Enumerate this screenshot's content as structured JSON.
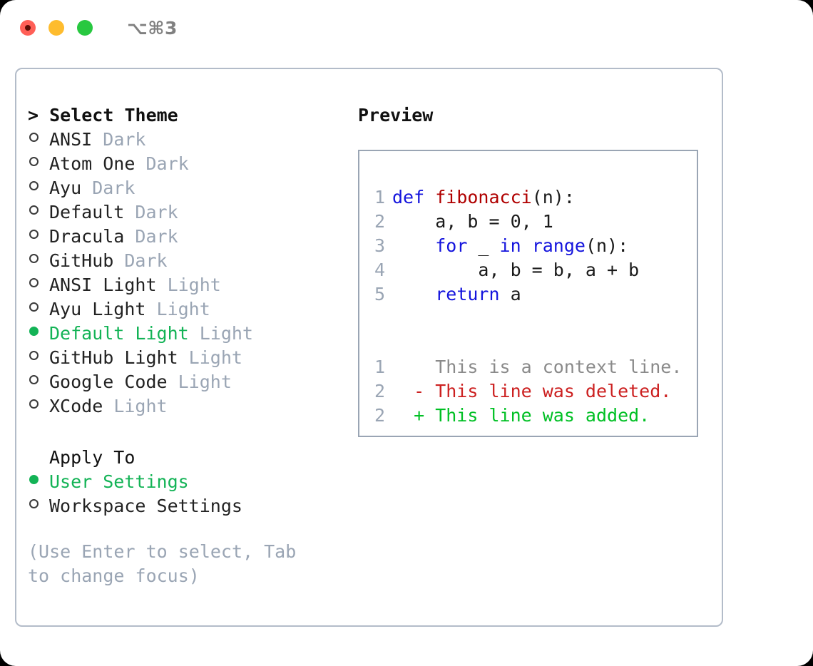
{
  "titlebar": {
    "shortcut": "⌥⌘3",
    "buttons": [
      "close",
      "minimize",
      "maximize"
    ]
  },
  "theme_list": {
    "header": "> Select Theme",
    "items": [
      {
        "label": "ANSI",
        "suffix": "Dark",
        "selected": false
      },
      {
        "label": "Atom One",
        "suffix": "Dark",
        "selected": false
      },
      {
        "label": "Ayu",
        "suffix": "Dark",
        "selected": false
      },
      {
        "label": "Default",
        "suffix": "Dark",
        "selected": false
      },
      {
        "label": "Dracula",
        "suffix": "Dark",
        "selected": false
      },
      {
        "label": "GitHub",
        "suffix": "Dark",
        "selected": false
      },
      {
        "label": "ANSI Light",
        "suffix": "Light",
        "selected": false
      },
      {
        "label": "Ayu Light",
        "suffix": "Light",
        "selected": false
      },
      {
        "label": "Default Light",
        "suffix": "Light",
        "selected": true
      },
      {
        "label": "GitHub Light",
        "suffix": "Light",
        "selected": false
      },
      {
        "label": "Google Code",
        "suffix": "Light",
        "selected": false
      },
      {
        "label": "XCode",
        "suffix": "Light",
        "selected": false
      }
    ]
  },
  "apply_to": {
    "header": "Apply To",
    "items": [
      {
        "label": "User Settings",
        "selected": true
      },
      {
        "label": "Workspace Settings",
        "selected": false
      }
    ]
  },
  "hint": "(Use Enter to select, Tab to change focus)",
  "preview": {
    "title": "Preview",
    "code_lines": [
      {
        "no": "1",
        "segments": [
          {
            "t": "def ",
            "c": "kw"
          },
          {
            "t": "fibonacci",
            "c": "fn"
          },
          {
            "t": "(n):",
            "c": "plain"
          }
        ]
      },
      {
        "no": "2",
        "segments": [
          {
            "t": "    a, b = 0, 1",
            "c": "plain"
          }
        ]
      },
      {
        "no": "3",
        "segments": [
          {
            "t": "    ",
            "c": "plain"
          },
          {
            "t": "for",
            "c": "kw"
          },
          {
            "t": " _ ",
            "c": "plain"
          },
          {
            "t": "in",
            "c": "kw"
          },
          {
            "t": " ",
            "c": "plain"
          },
          {
            "t": "range",
            "c": "kw"
          },
          {
            "t": "(n):",
            "c": "plain"
          }
        ]
      },
      {
        "no": "4",
        "segments": [
          {
            "t": "        a, b = b, a + b",
            "c": "plain"
          }
        ]
      },
      {
        "no": "5",
        "segments": [
          {
            "t": "    ",
            "c": "plain"
          },
          {
            "t": "return",
            "c": "kw"
          },
          {
            "t": " a",
            "c": "plain"
          }
        ]
      }
    ],
    "diff_lines": [
      {
        "no": "1",
        "marker": "  ",
        "text": "This is a context line.",
        "kind": "ctx"
      },
      {
        "no": "2",
        "marker": "- ",
        "text": "This line was deleted.",
        "kind": "del"
      },
      {
        "no": "2",
        "marker": "+ ",
        "text": "This line was added.",
        "kind": "add"
      }
    ]
  },
  "colors": {
    "accent_green": "#13b356",
    "muted": "#9aa5b4",
    "keyword_blue": "#1414dd",
    "function_red": "#b00000",
    "diff_add": "#00c024",
    "diff_del": "#cc2020",
    "border": "#b3bcc9",
    "traffic_red": "#ff5f57",
    "traffic_yellow": "#febc2e",
    "traffic_green": "#28c840"
  }
}
